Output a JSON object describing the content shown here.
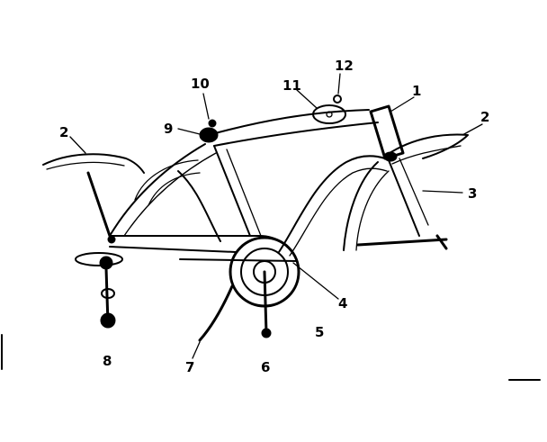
{
  "diagram": {
    "callouts": [
      {
        "id": "c1",
        "label": "1"
      },
      {
        "id": "c2a",
        "label": "2"
      },
      {
        "id": "c2b",
        "label": "2"
      },
      {
        "id": "c3",
        "label": "3"
      },
      {
        "id": "c4",
        "label": "4"
      },
      {
        "id": "c5",
        "label": "5"
      },
      {
        "id": "c6",
        "label": "6"
      },
      {
        "id": "c7",
        "label": "7"
      },
      {
        "id": "c8",
        "label": "8"
      },
      {
        "id": "c9",
        "label": "9"
      },
      {
        "id": "c10",
        "label": "10"
      },
      {
        "id": "c11",
        "label": "11"
      },
      {
        "id": "c12",
        "label": "12"
      }
    ]
  }
}
